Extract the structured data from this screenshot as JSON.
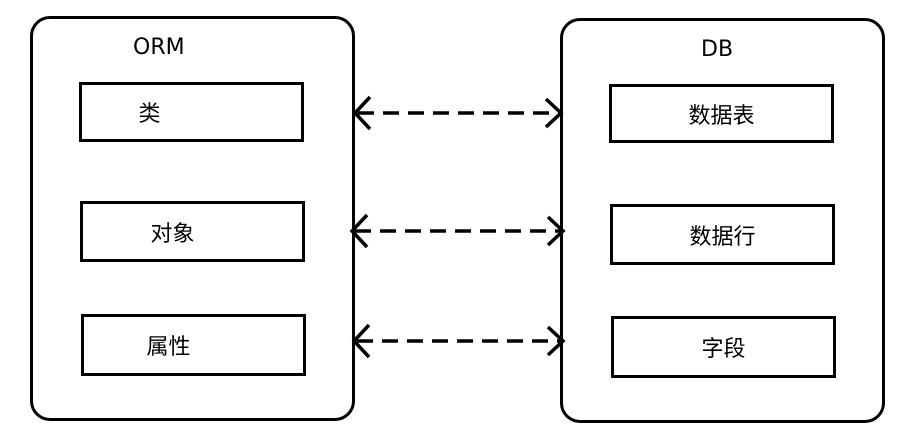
{
  "orm": {
    "title": "ORM",
    "items": [
      "类",
      "对象",
      "属性"
    ]
  },
  "db": {
    "title": "DB",
    "items": [
      "数据表",
      "数据行",
      "字段"
    ]
  },
  "links": [
    {
      "from": "类",
      "to": "数据表",
      "style": "dashed",
      "arrows": "both"
    },
    {
      "from": "对象",
      "to": "数据行",
      "style": "dashed",
      "arrows": "both"
    },
    {
      "from": "属性",
      "to": "字段",
      "style": "dashed",
      "arrows": "both"
    }
  ],
  "colors": {
    "line": "#000000",
    "background": "#ffffff"
  }
}
